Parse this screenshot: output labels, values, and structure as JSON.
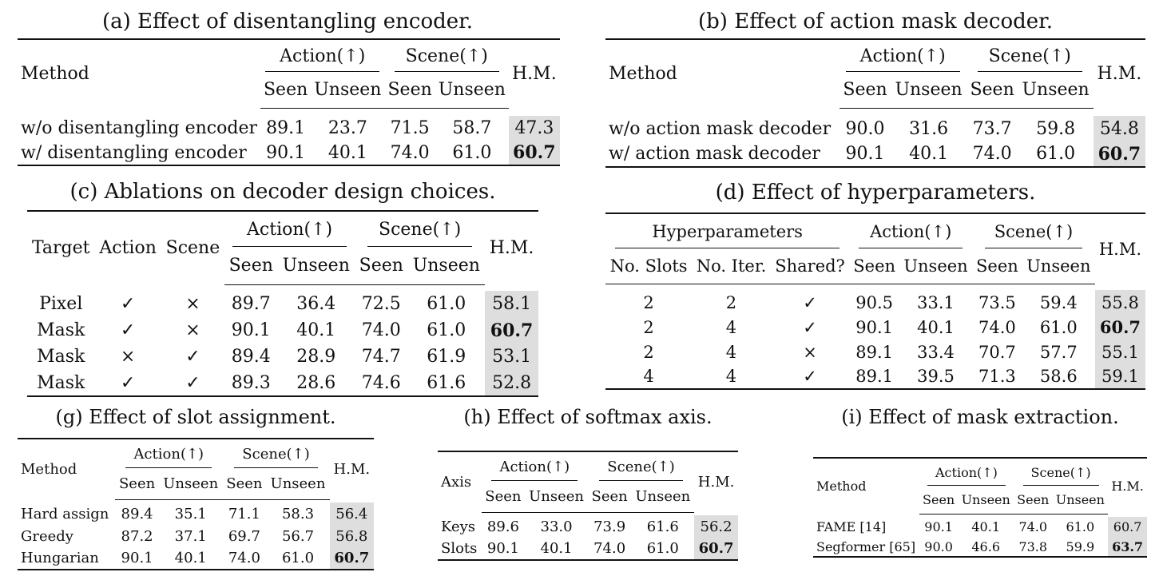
{
  "labels": {
    "action": "Action(↑)",
    "scene": "Scene(↑)",
    "seen": "Seen",
    "unseen": "Unseen",
    "hm": "H.M.",
    "method": "Method",
    "target": "Target",
    "action_col": "Action",
    "scene_col": "Scene",
    "hyper": "Hyperparameters",
    "slots": "No. Slots",
    "iter": "No. Iter.",
    "shared": "Shared?",
    "axis": "Axis"
  },
  "a": {
    "caption": "(a) Effect of disentangling encoder.",
    "rows": [
      [
        "w/o disentangling encoder",
        "89.1",
        "23.7",
        "71.5",
        "58.7",
        "47.3"
      ],
      [
        "w/ disentangling encoder",
        "90.1",
        "40.1",
        "74.0",
        "61.0",
        "60.7"
      ]
    ]
  },
  "b": {
    "caption": "(b) Effect of action mask decoder.",
    "rows": [
      [
        "w/o action mask decoder",
        "90.0",
        "31.6",
        "73.7",
        "59.8",
        "54.8"
      ],
      [
        "w/ action mask decoder",
        "90.1",
        "40.1",
        "74.0",
        "61.0",
        "60.7"
      ]
    ]
  },
  "c": {
    "caption": "(c) Ablations on decoder design choices.",
    "rows": [
      [
        "Pixel",
        "✓",
        "×",
        "89.7",
        "36.4",
        "72.5",
        "61.0",
        "58.1"
      ],
      [
        "Mask",
        "✓",
        "×",
        "90.1",
        "40.1",
        "74.0",
        "61.0",
        "60.7"
      ],
      [
        "Mask",
        "×",
        "✓",
        "89.4",
        "28.9",
        "74.7",
        "61.9",
        "53.1"
      ],
      [
        "Mask",
        "✓",
        "✓",
        "89.3",
        "28.6",
        "74.6",
        "61.6",
        "52.8"
      ]
    ]
  },
  "d": {
    "caption": "(d) Effect of hyperparameters.",
    "rows": [
      [
        "2",
        "2",
        "✓",
        "90.5",
        "33.1",
        "73.5",
        "59.4",
        "55.8"
      ],
      [
        "2",
        "4",
        "✓",
        "90.1",
        "40.1",
        "74.0",
        "61.0",
        "60.7"
      ],
      [
        "2",
        "4",
        "×",
        "89.1",
        "33.4",
        "70.7",
        "57.7",
        "55.1"
      ],
      [
        "4",
        "4",
        "✓",
        "89.1",
        "39.5",
        "71.3",
        "58.6",
        "59.1"
      ]
    ]
  },
  "g": {
    "caption": "(g) Effect of slot assignment.",
    "rows": [
      [
        "Hard assign",
        "89.4",
        "35.1",
        "71.1",
        "58.3",
        "56.4"
      ],
      [
        "Greedy",
        "87.2",
        "37.1",
        "69.7",
        "56.7",
        "56.8"
      ],
      [
        "Hungarian",
        "90.1",
        "40.1",
        "74.0",
        "61.0",
        "60.7"
      ]
    ]
  },
  "h": {
    "caption": "(h) Effect of softmax axis.",
    "rows": [
      [
        "Keys",
        "89.6",
        "33.0",
        "73.9",
        "61.6",
        "56.2"
      ],
      [
        "Slots",
        "90.1",
        "40.1",
        "74.0",
        "61.0",
        "60.7"
      ]
    ]
  },
  "i": {
    "caption": "(i) Effect of mask extraction.",
    "rows": [
      [
        "FAME [14]",
        "90.1",
        "40.1",
        "74.0",
        "61.0",
        "60.7"
      ],
      [
        "Segformer [65]",
        "90.0",
        "46.6",
        "73.8",
        "59.9",
        "63.7"
      ]
    ]
  }
}
